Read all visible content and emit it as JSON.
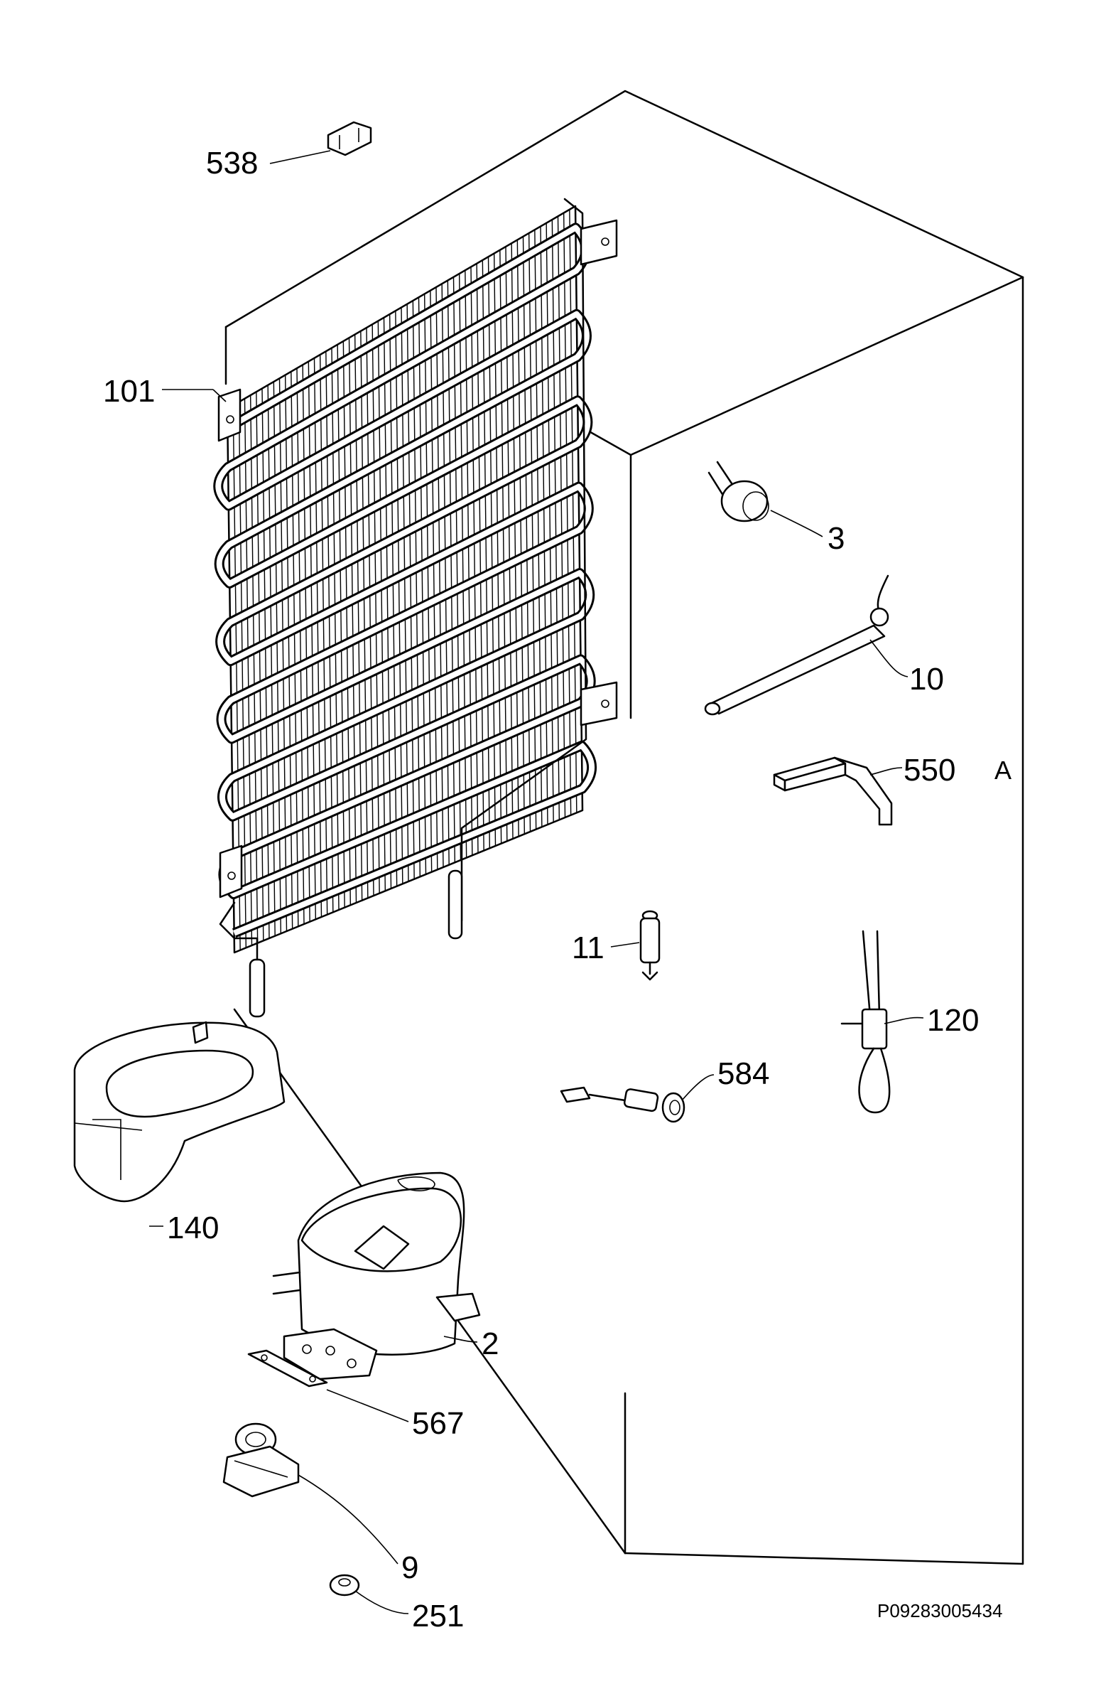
{
  "diagram": {
    "code": "P09283005434",
    "labels": {
      "p538": "538",
      "p101": "101",
      "p3": "3",
      "p10": "10",
      "p550": "550",
      "p550suffix": "A",
      "p11": "11",
      "p120": "120",
      "p584": "584",
      "p140": "140",
      "p2": "2",
      "p567": "567",
      "p9": "9",
      "p251": "251"
    },
    "parts": [
      "clip-538",
      "condenser-101",
      "capacitor-3",
      "thermostat-10",
      "bracket-550A",
      "relay-11",
      "sensor-120",
      "thermal-switch-584",
      "tray-140",
      "compressor-2",
      "plate-567",
      "clamp-9",
      "nut-251"
    ]
  }
}
